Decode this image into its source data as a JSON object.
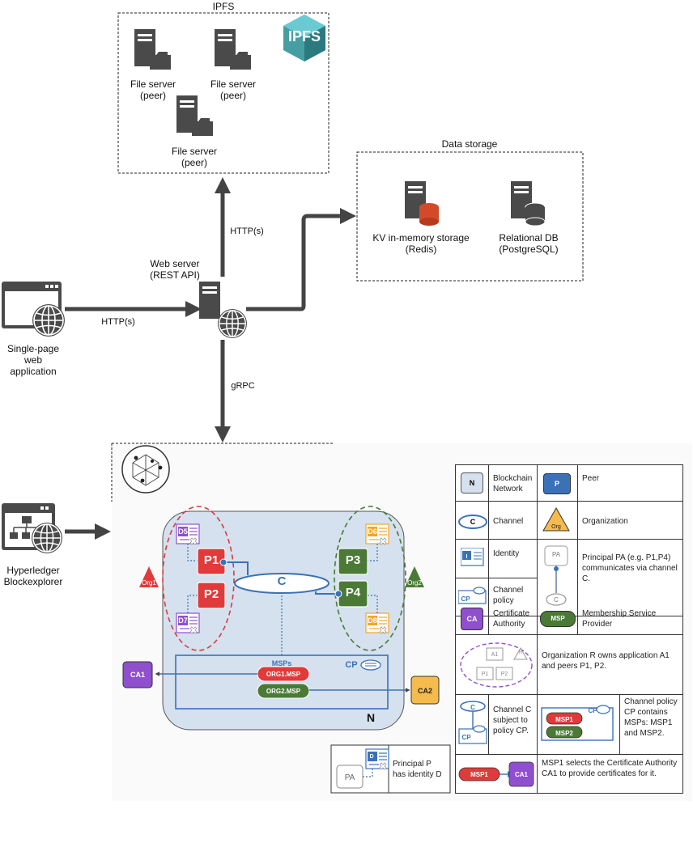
{
  "ipfs": {
    "title": "IPFS",
    "logo_text": "IPFS",
    "servers": [
      {
        "line1": "File server",
        "line2": "(peer)"
      },
      {
        "line1": "File server",
        "line2": "(peer)"
      },
      {
        "line1": "File server",
        "line2": "(peer)"
      }
    ]
  },
  "storage": {
    "title": "Data storage",
    "kv": {
      "line1": "KV in-memory storage",
      "line2": "(Redis)"
    },
    "db": {
      "line1": "Relational DB",
      "line2": "(PostgreSQL)"
    }
  },
  "webserver": {
    "line1": "Web server",
    "line2": "(REST API)"
  },
  "spa": {
    "line1": "Single-page",
    "line2": "web",
    "line3": "application"
  },
  "explorer": {
    "line1": "Hyperledger",
    "line2": "Blockexplorer"
  },
  "edges": {
    "http_spa": "HTTP(s)",
    "http_ipfs": "HTTP(s)",
    "grpc": "gRPC"
  },
  "network": {
    "peers": [
      "P1",
      "P2",
      "P3",
      "P4"
    ],
    "docs": [
      "D5",
      "D6",
      "D7",
      "D8"
    ],
    "orgs": [
      "Org1",
      "Org2"
    ],
    "channel": "C",
    "msps_title": "MSPs",
    "msp1": "ORG1.MSP",
    "msp2": "ORG2.MSP",
    "policy": "CP",
    "ca1": "CA1",
    "ca2": "CA2",
    "net_label": "N",
    "identity_note": {
      "pa": "PA",
      "d": "D",
      "line1": "Principal P",
      "line2": "has identity D"
    }
  },
  "legend": {
    "n_icon": "N",
    "n_text": "Blockchain Network",
    "p_icon": "P",
    "p_text": "Peer",
    "c_icon": "C",
    "c_text": "Channel",
    "org_icon": "Org",
    "org_text": "Organization",
    "id_icon": "I",
    "id_text": "Identity",
    "pa_icon": "PA",
    "pa_c": "C",
    "pa_text": "Principal PA (e.g. P1,P4) communicates via channel C.",
    "cp_icon": "CP",
    "cp_text": "Channel policy",
    "ca_icon": "CA",
    "ca_text": "Certificate Authority",
    "msp_icon": "MSP",
    "msp_text": "Membership Service Provider",
    "app_a1": "A1",
    "app_r": "R",
    "app_p1": "P1",
    "app_p2": "P2",
    "app_text": "Organization R owns application A1 and peers P1, P2.",
    "ccp_c": "C",
    "ccp_cp": "CP",
    "ccp_text": "Channel C subject to policy CP.",
    "cpm_msp1": "MSP1",
    "cpm_msp2": "MSP2",
    "cpm_cp": "CP",
    "cpm_text": "Channel policy CP contains MSPs: MSP1 and MSP2.",
    "sel_msp1": "MSP1",
    "sel_ca1": "CA1",
    "sel_text": "MSP1 selects the Certificate Authority CA1 to provide certificates for it."
  },
  "colors": {
    "peer_red": "#e03a3a",
    "peer_green": "#4a7a35",
    "channel_blue": "#3a72b8",
    "network_fill": "#d5e1ee",
    "ca_purple": "#8f4fcf",
    "ca_orange": "#f5bb4c",
    "icon_gray": "#4a4a4a"
  }
}
